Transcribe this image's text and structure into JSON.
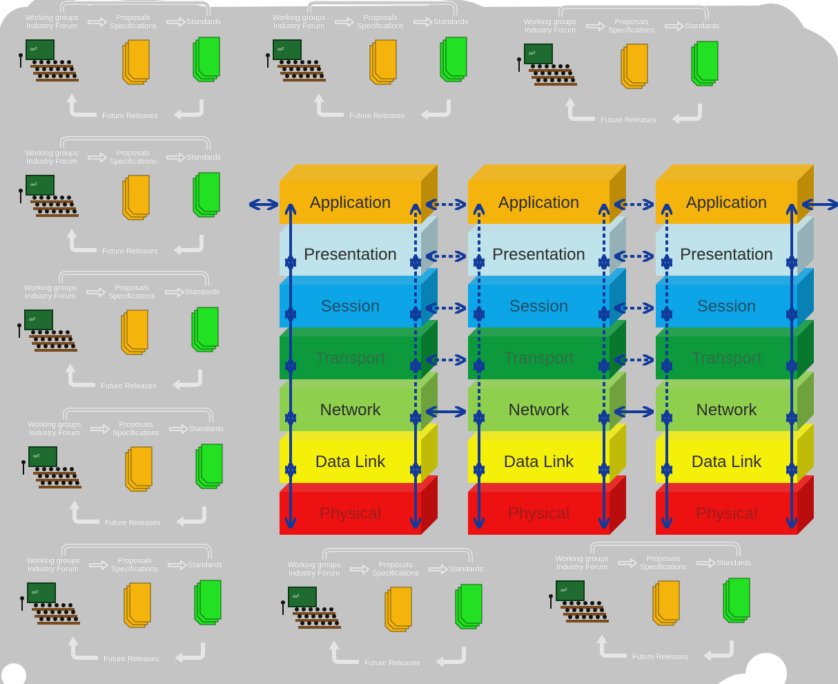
{
  "standards_cycle": {
    "working_groups": "Working groups",
    "industry_forum": "Industry Forum",
    "proposals": "Proposals",
    "specifications": "Specifications",
    "standards": "Standards",
    "future_releases": "Future Releases"
  },
  "layers": [
    {
      "name": "Application",
      "color": "#f5b40c",
      "text_color": "#2b2b2b"
    },
    {
      "name": "Presentation",
      "color": "#bfe3ea",
      "text_color": "#2b2b2b"
    },
    {
      "name": "Session",
      "color": "#0ca6e8",
      "text_color": "#1f4c63"
    },
    {
      "name": "Transport",
      "color": "#0c9a3c",
      "text_color": "#2f6f43"
    },
    {
      "name": "Network",
      "color": "#8ed04e",
      "text_color": "#2b2b2b"
    },
    {
      "name": "Data Link",
      "color": "#f5f00a",
      "text_color": "#2b2b2b"
    },
    {
      "name": "Physical",
      "color": "#ee1111",
      "text_color": "#9c1d1d"
    }
  ],
  "colors": {
    "cloud": "#c4c4c4",
    "arrow": "#123a9a",
    "proposal_doc": "#f5b40c",
    "standard_doc": "#22e022",
    "chalkboard": "#1f6b30"
  }
}
